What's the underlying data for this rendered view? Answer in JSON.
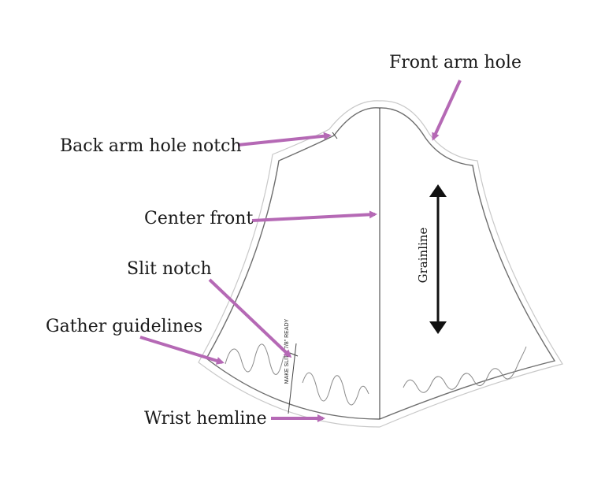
{
  "labels": {
    "front_arm_hole": "Front arm hole",
    "back_arm_hole_notch": "Back arm hole notch",
    "center_front": "Center front",
    "slit_notch": "Slit notch",
    "gather_guidelines": "Gather guidelines",
    "wrist_hemline": "Wrist hemline",
    "grainline": "Grainline",
    "slit_instruction": "MAKE SLIT 3 7/8\" READY"
  },
  "colors": {
    "arrow": "#b569b5",
    "outline": "#6e6e6e",
    "seam": "#c8c8c8",
    "ink": "#111111"
  }
}
